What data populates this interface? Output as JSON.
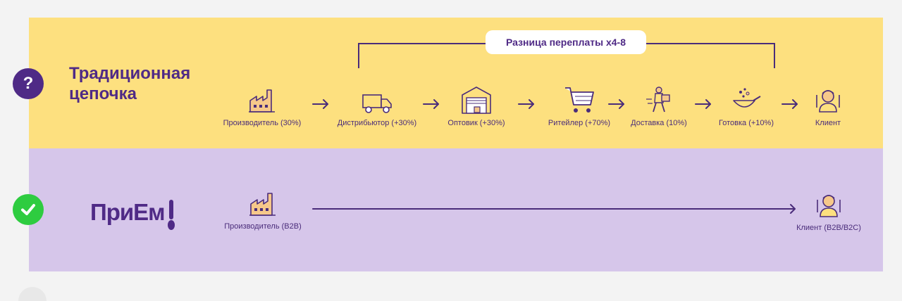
{
  "traditional": {
    "badge": "?",
    "title_line1": "Традиционная",
    "title_line2": "цепочка",
    "callout": "Разница переплаты x4-8",
    "steps": [
      {
        "label": "Производитель (30%)",
        "icon": "factory-icon"
      },
      {
        "label": "Дистрибьютор (+30%)",
        "icon": "truck-icon"
      },
      {
        "label": "Оптовик (+30%)",
        "icon": "warehouse-icon"
      },
      {
        "label": "Ритейлер (+70%)",
        "icon": "shopping-cart-icon"
      },
      {
        "label": "Доставка (10%)",
        "icon": "courier-icon"
      },
      {
        "label": "Готовка (+10%)",
        "icon": "wok-icon"
      },
      {
        "label": "Клиент",
        "icon": "client-icon"
      }
    ]
  },
  "priem": {
    "logo_text": "ПриЕм",
    "steps": [
      {
        "label": "Производитель (B2B)",
        "icon": "factory-icon"
      },
      {
        "label": "Клиент (B2B/B2C)",
        "icon": "client-icon"
      }
    ]
  },
  "colors": {
    "top_band": "#fde07f",
    "bottom_band": "#d6c6ea",
    "accent": "#4f2a86",
    "check": "#2ecc40"
  }
}
